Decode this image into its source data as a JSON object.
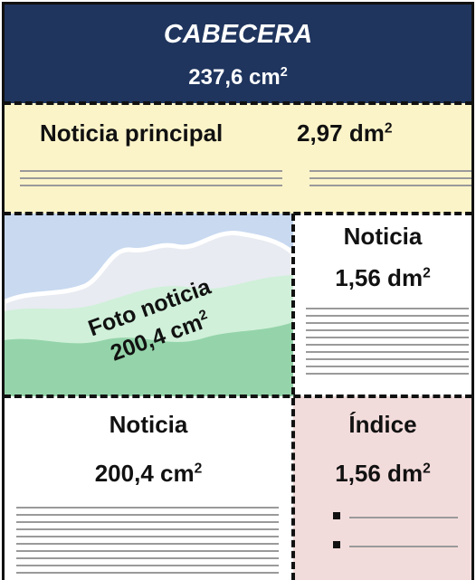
{
  "cabecera": {
    "title": "CABECERA",
    "area_value": "237,6 cm",
    "area_exp": "2",
    "bg": "#1f355e"
  },
  "noticia_principal": {
    "title": "Noticia principal",
    "area_value": "2,97 dm",
    "area_exp": "2",
    "bg": "#fcf4c9"
  },
  "foto_noticia": {
    "title": "Foto noticia",
    "area_value": "200,4 cm",
    "area_exp": "2"
  },
  "noticia_derecha": {
    "title": "Noticia",
    "area_value": "1,56 dm",
    "area_exp": "2"
  },
  "noticia_inferior": {
    "title": "Noticia",
    "area_value": "200,4 cm",
    "area_exp": "2"
  },
  "indice": {
    "title": "Índice",
    "area_value": "1,56 dm",
    "area_exp": "2",
    "bg": "#f2dcdb"
  }
}
